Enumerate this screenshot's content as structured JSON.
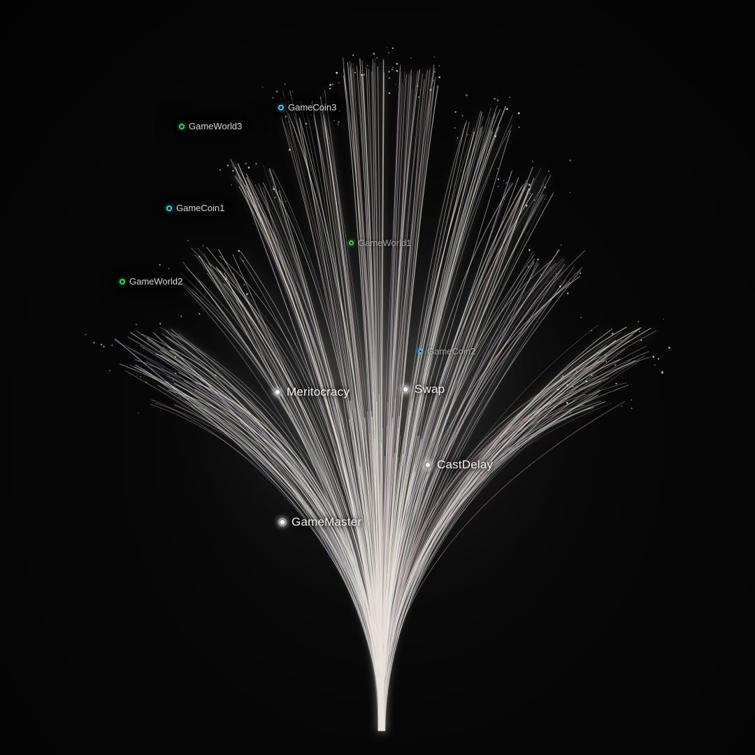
{
  "colors": {
    "background": "#050505",
    "stroke_core": "#e8e3da",
    "stroke_cool": "#aab0c6",
    "stroke_pink": "#b58a9c",
    "accent_green": "#35d35a",
    "accent_cyan": "#3fc6e6"
  },
  "nodes": {
    "gamemaster": {
      "label": "GameMaster"
    },
    "meritocracy": {
      "label": "Meritocracy"
    },
    "swap": {
      "label": "Swap"
    },
    "castdelay": {
      "label": "CastDelay"
    },
    "gamecoin1": {
      "label": "GameCoin1"
    },
    "gamecoin2": {
      "label": "GameCoin2"
    },
    "gamecoin3": {
      "label": "GameCoin3"
    },
    "gameworld1": {
      "label": "GameWorld1"
    },
    "gameworld2": {
      "label": "GameWorld2"
    },
    "gameworld3": {
      "label": "GameWorld3"
    }
  }
}
